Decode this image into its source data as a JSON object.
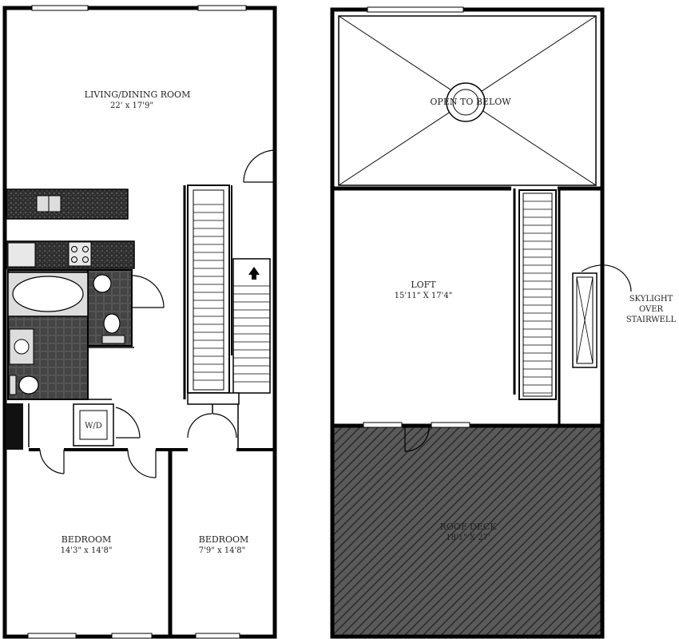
{
  "first_floor": {
    "living_dining": {
      "name": "LIVING/DINING ROOM",
      "size": "22' x 17'9\""
    },
    "bedroom_1": {
      "name": "BEDROOM",
      "size": "14'3\" x 14'8\""
    },
    "bedroom_2": {
      "name": "BEDROOM",
      "size": "7'9\" x 14'8\""
    },
    "laundry": {
      "name": "W/D"
    }
  },
  "second_floor": {
    "open_below": {
      "name": "OPEN TO BELOW"
    },
    "loft": {
      "name": "LOFT",
      "size": "15'11\" X 17'4\""
    },
    "skylight": {
      "line1": "SKYLIGHT",
      "line2": "OVER",
      "line3": "STAIRWELL"
    },
    "roof_deck": {
      "name": "ROOF DECK",
      "size": "18'1\" X 27'"
    }
  },
  "colors": {
    "wall": "#000000",
    "counter": "#333333",
    "tile": "#4a4a4a",
    "deck_hatch": "#3c3c3c",
    "background": "#ffffff"
  }
}
